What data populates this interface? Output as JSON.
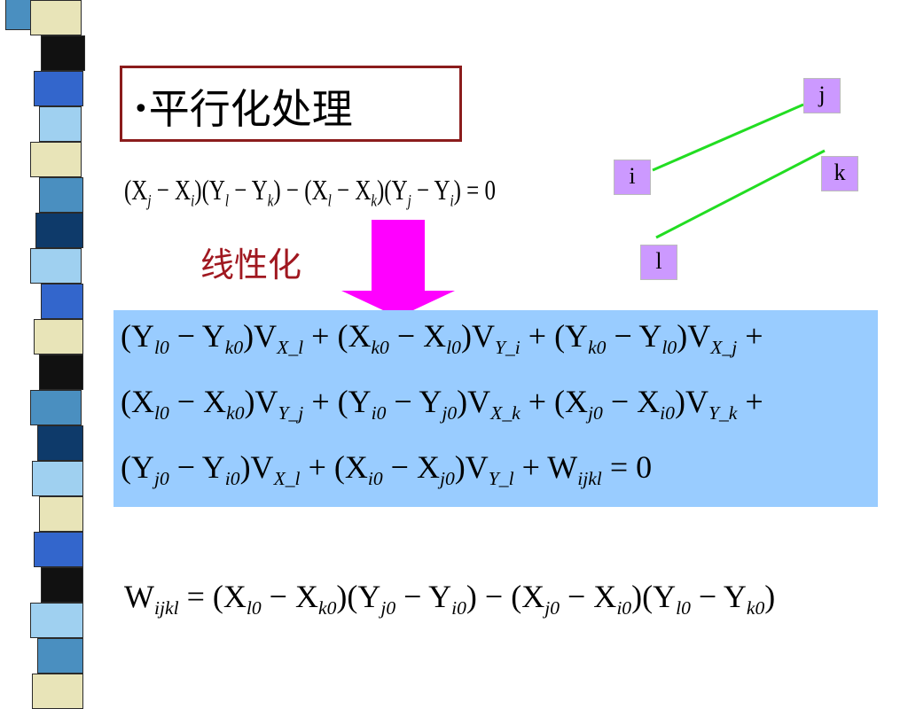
{
  "slide": {
    "title_bullet": "•",
    "title": "平行化处理",
    "linearize_label": "线性化",
    "condition_equation_parts": [
      "(X",
      "j",
      " − X",
      "i",
      ")(Y",
      "l",
      " − Y",
      "k",
      ") − (X",
      "l",
      " − X",
      "k",
      ")(Y",
      "j",
      " − Y",
      "i",
      ") = 0"
    ],
    "linear_rows": [
      "(Y_{l0} − Y_{k0})V_{X_l} + (X_{k0} − X_{l0})V_{Y_i} + (Y_{k0} − Y_{l0})V_{X_j} +",
      "(X_{l0} − X_{k0})V_{Y_j} + (Y_{i0} − Y_{j0})V_{X_k} + (X_{j0} − X_{i0})V_{Y_k} +",
      "(Y_{j0} − Y_{i0})V_{X_l} + (X_{i0} − X_{j0})V_{Y_l} + W_{ijkl} = 0"
    ],
    "w_equation": "W_{ijkl} = (X_{l0} − X_{k0})(Y_{j0} − Y_{i0}) − (X_{j0} − X_{i0})(Y_{l0} − Y_{k0})",
    "nodes": {
      "i": "i",
      "j": "j",
      "k": "k",
      "l": "l"
    }
  },
  "colors": {
    "title_border": "#8b1c1c",
    "linearize_text": "#a01820",
    "arrow": "#ff00ff",
    "equation_box": "#99ccff",
    "node_fill": "#cc99ff",
    "line_color": "#22dd22"
  }
}
